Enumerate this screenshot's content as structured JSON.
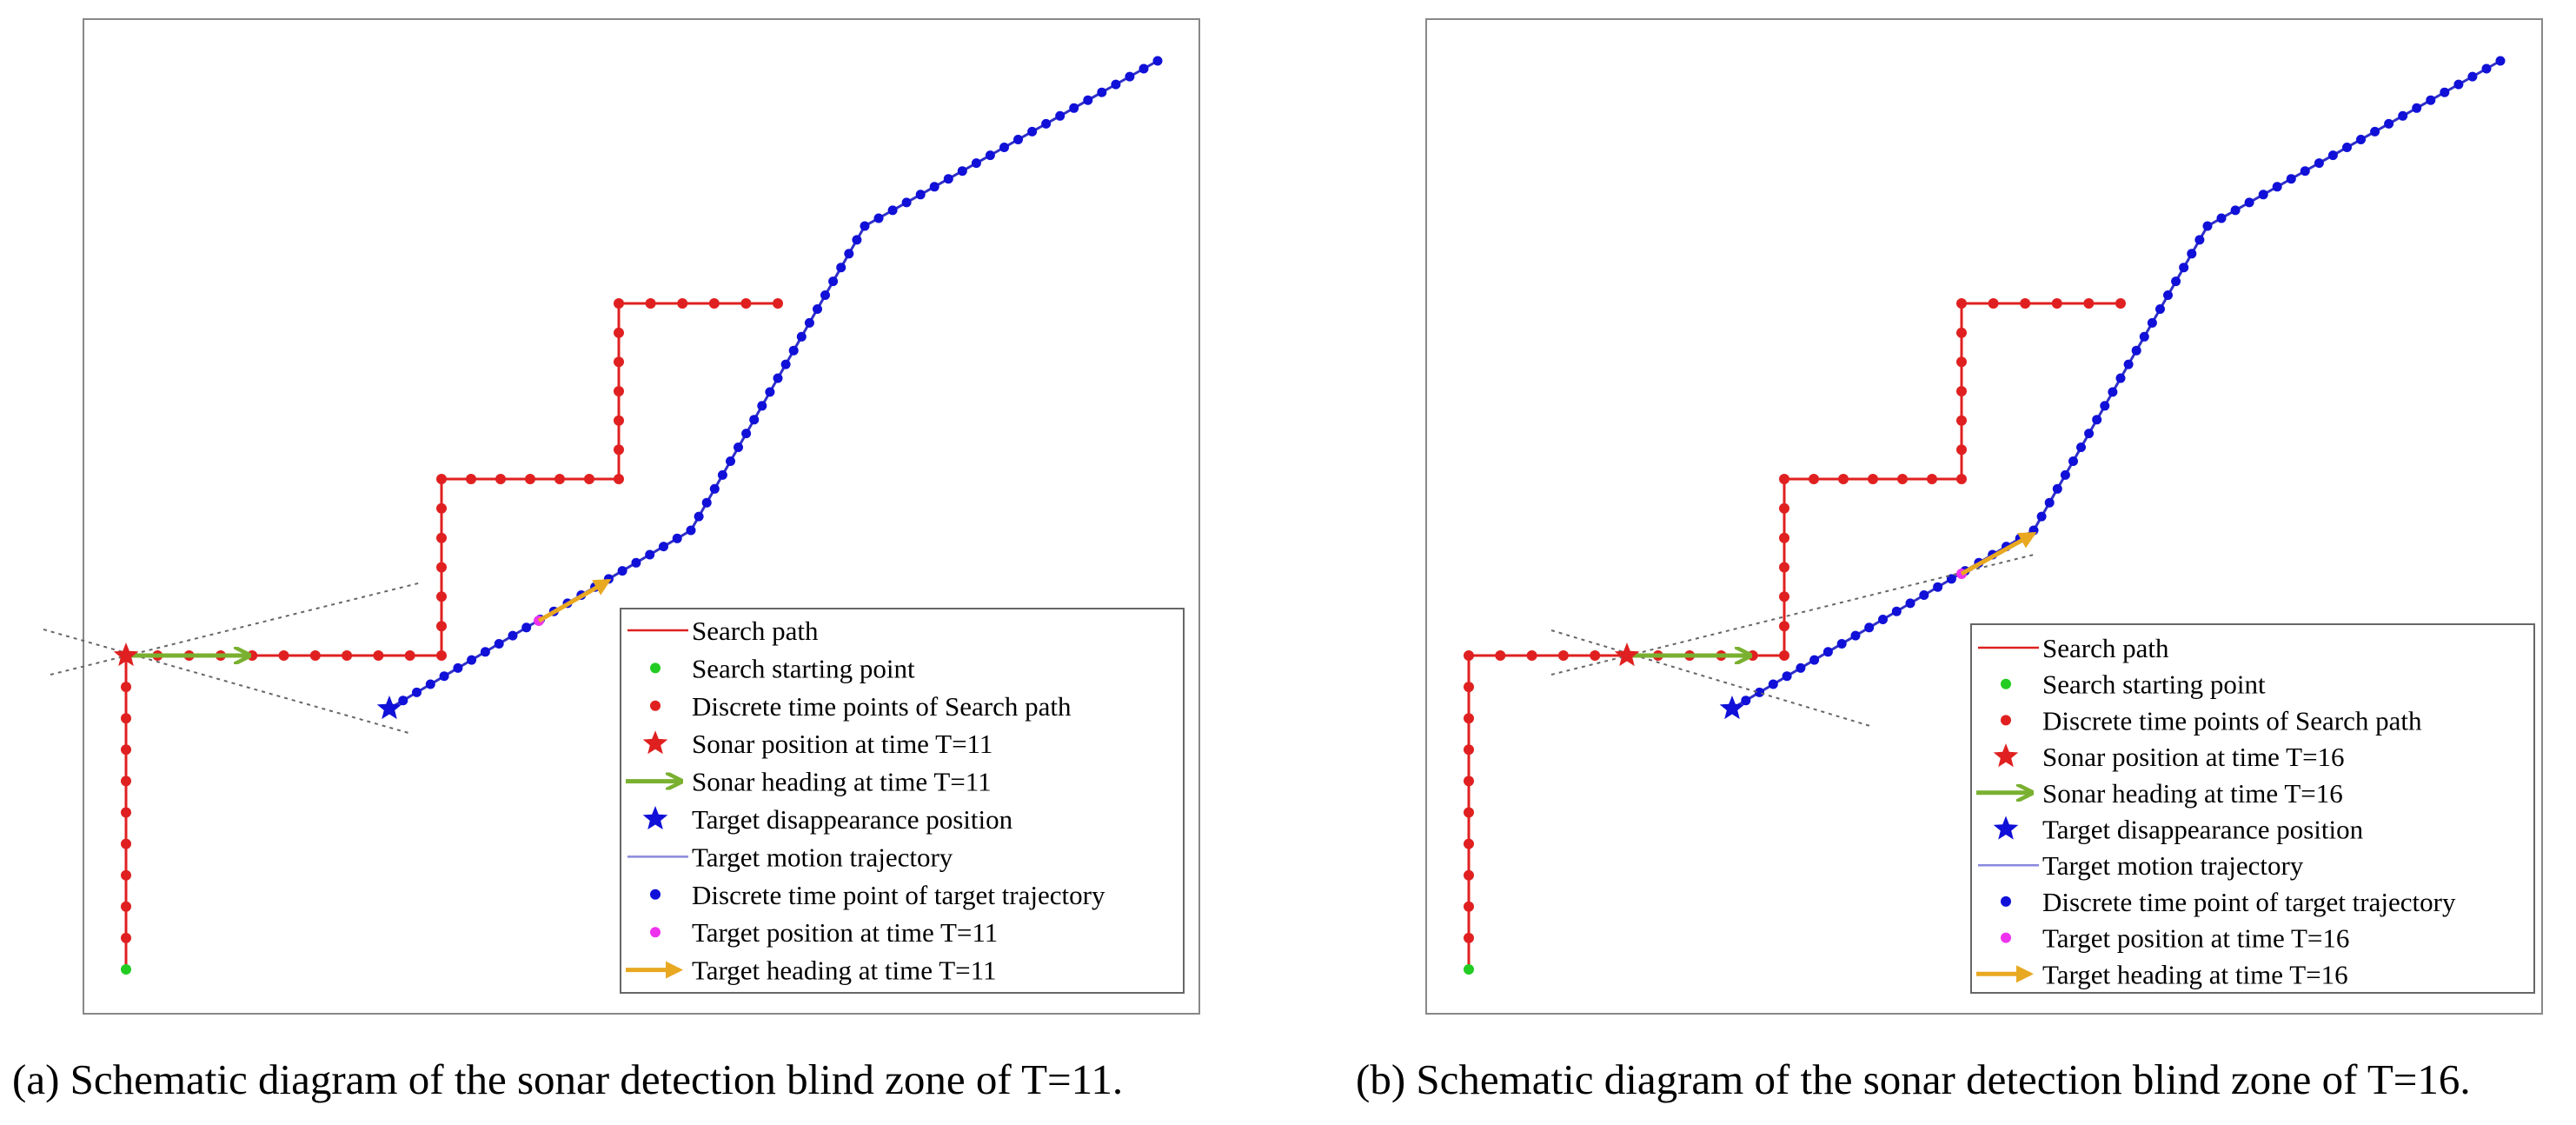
{
  "panels": [
    {
      "id": "a",
      "caption": "(a) Schematic diagram of the sonar detection blind zone of T=11.",
      "legend": [
        {
          "kind": "line",
          "color": "#e02020",
          "label": "Search path"
        },
        {
          "kind": "dot",
          "color": "#22cc22",
          "label": "Search starting point"
        },
        {
          "kind": "dot",
          "color": "#e02020",
          "label": "Discrete time points of Search path"
        },
        {
          "kind": "star",
          "color": "#e02020",
          "label": "Sonar position at time T=11"
        },
        {
          "kind": "arrow",
          "color": "#7ab030",
          "label": "Sonar heading at time T=11"
        },
        {
          "kind": "star",
          "color": "#1010d8",
          "label": "Target disappearance position"
        },
        {
          "kind": "line",
          "color": "#8888dd",
          "label": "Target motion trajectory"
        },
        {
          "kind": "dot",
          "color": "#1010d8",
          "label": "Discrete time point of target trajectory"
        },
        {
          "kind": "dot",
          "color": "#ee33ee",
          "label": "Target position at time T=11"
        },
        {
          "kind": "arrow",
          "color": "#e8a820",
          "label": "Target heading at time T=11"
        }
      ]
    },
    {
      "id": "b",
      "caption": "(b) Schematic diagram of the sonar detection blind zone of T=16.",
      "legend": [
        {
          "kind": "line",
          "color": "#e02020",
          "label": "Search path"
        },
        {
          "kind": "dot",
          "color": "#22cc22",
          "label": "Search starting point"
        },
        {
          "kind": "dot",
          "color": "#e02020",
          "label": "Discrete time points of Search path"
        },
        {
          "kind": "star",
          "color": "#e02020",
          "label": "Sonar position at time T=16"
        },
        {
          "kind": "arrow",
          "color": "#7ab030",
          "label": "Sonar heading at time T=16"
        },
        {
          "kind": "star",
          "color": "#1010d8",
          "label": "Target disappearance position"
        },
        {
          "kind": "line",
          "color": "#8888dd",
          "label": "Target motion trajectory"
        },
        {
          "kind": "dot",
          "color": "#1010d8",
          "label": "Discrete time point of target trajectory"
        },
        {
          "kind": "dot",
          "color": "#ee33ee",
          "label": "Target position at time T=16"
        },
        {
          "kind": "arrow",
          "color": "#e8a820",
          "label": "Target heading at time T=16"
        }
      ]
    }
  ]
}
